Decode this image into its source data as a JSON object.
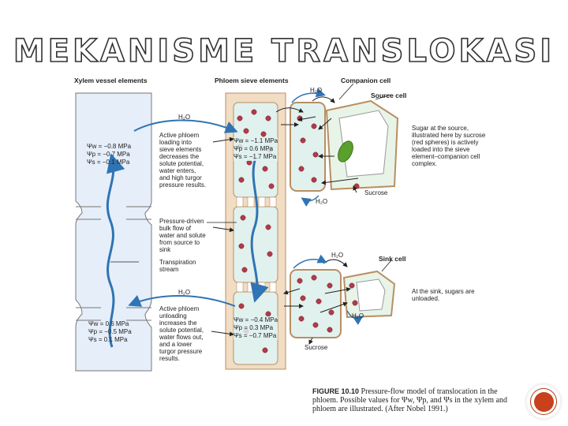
{
  "title": "MEKANISME TRANSLOKASI",
  "headers": {
    "xylem": "Xylem vessel elements",
    "phloem": "Phloem sieve elements",
    "companion": "Companion cell",
    "source": "Source cell",
    "sink": "Sink cell"
  },
  "water_label": "H₂O",
  "solute_label": "Sucrose",
  "xylem_top_psi": [
    "Ψw = −0.8 MPa",
    "Ψp = −0.7 MPa",
    "Ψs = −0.1 MPa"
  ],
  "xylem_bottom_psi": [
    "Ψw =   0.6 MPa",
    "Ψp = −0.5 MPa",
    "Ψs =   0.1 MPa"
  ],
  "phloem_top_psi": [
    "Ψw = −1.1 MPa",
    "Ψp =   0.6 MPa",
    "Ψs = −1.7 MPa"
  ],
  "phloem_bottom_psi": [
    "Ψw = −0.4 MPa",
    "Ψp =   0.3 MPa",
    "Ψs = −0.7 MPa"
  ],
  "loading_text": [
    "Active phloem",
    "loading into",
    "sieve elements",
    "decreases the",
    "solute potential,",
    "water enters,",
    "and high turgor",
    "pressure results."
  ],
  "bulk_flow_text": [
    "Pressure-driven",
    "bulk flow of",
    "water and solute",
    "from source to",
    "sink"
  ],
  "transpiration_text": [
    "Transpiration",
    "stream"
  ],
  "unloading_text": [
    "Active phloem",
    "unloading",
    "increases the",
    "solute potential,",
    "water flows out,",
    "and a lower",
    "turgor pressure",
    "results."
  ],
  "source_note": [
    "Sugar at the source,",
    "illustrated here by sucrose",
    "(red spheres) is actively",
    "loaded into the sieve",
    "element–companion cell",
    "complex."
  ],
  "sink_note": [
    "At the sink, sugars are",
    "unloaded."
  ],
  "caption": {
    "figure": "FIGURE 10.10",
    "text": "Pressure-flow model of translocation in the phloem. Possible values for Ψw, Ψp, and Ψs in the xylem and phloem are illustrated. (After Nobel 1991.)"
  },
  "colors": {
    "xylem": "#e6eef9",
    "phloem": "#e1f1ee",
    "wall": "#f1dcc4",
    "wall_stroke": "#b98f62",
    "sugar": "#b23a4a",
    "arrow": "#2f74b5",
    "chloroplast": "#5aa02c"
  }
}
